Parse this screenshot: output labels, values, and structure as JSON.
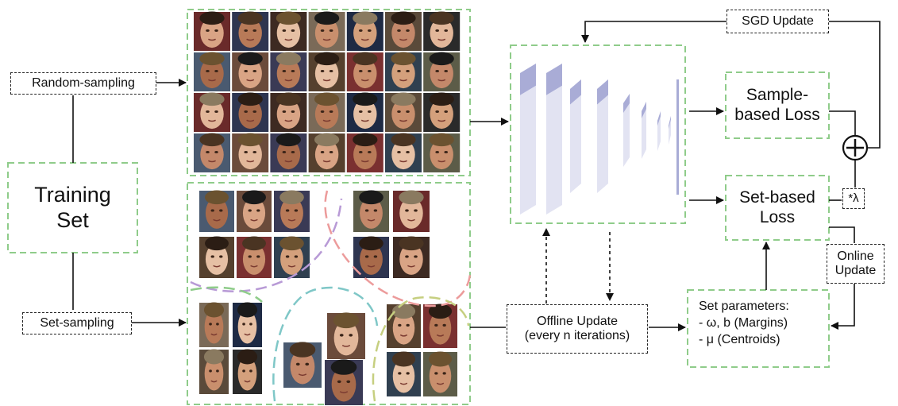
{
  "training_set": {
    "label": "Training\nSet"
  },
  "random_sampling": {
    "label": "Random-sampling"
  },
  "set_sampling": {
    "label": "Set-sampling"
  },
  "sgd_update": {
    "label": "SGD Update"
  },
  "sample_loss": {
    "label": "Sample-\nbased Loss"
  },
  "set_loss": {
    "label": "Set-based\nLoss"
  },
  "lambda": {
    "label": "*λ"
  },
  "online_update": {
    "label": "Online\nUpdate"
  },
  "offline_update": {
    "label": "Offline Update\n(every n iterations)"
  },
  "set_parameters": {
    "title": "Set parameters:",
    "line1": "- ω, b (Margins)",
    "line2": "- μ (Centroids)"
  },
  "plus_symbol": "+",
  "colors": {
    "green_dash": "#8fcc8a",
    "network_front": "#a9acd6",
    "network_side": "#e2e3f2",
    "purple_arc": "#b89ad6",
    "pink_arc": "#ec9b9b",
    "teal_arc": "#7fc7c7",
    "olive_arc": "#c6cf80",
    "green_arc": "#8fcc8a"
  }
}
